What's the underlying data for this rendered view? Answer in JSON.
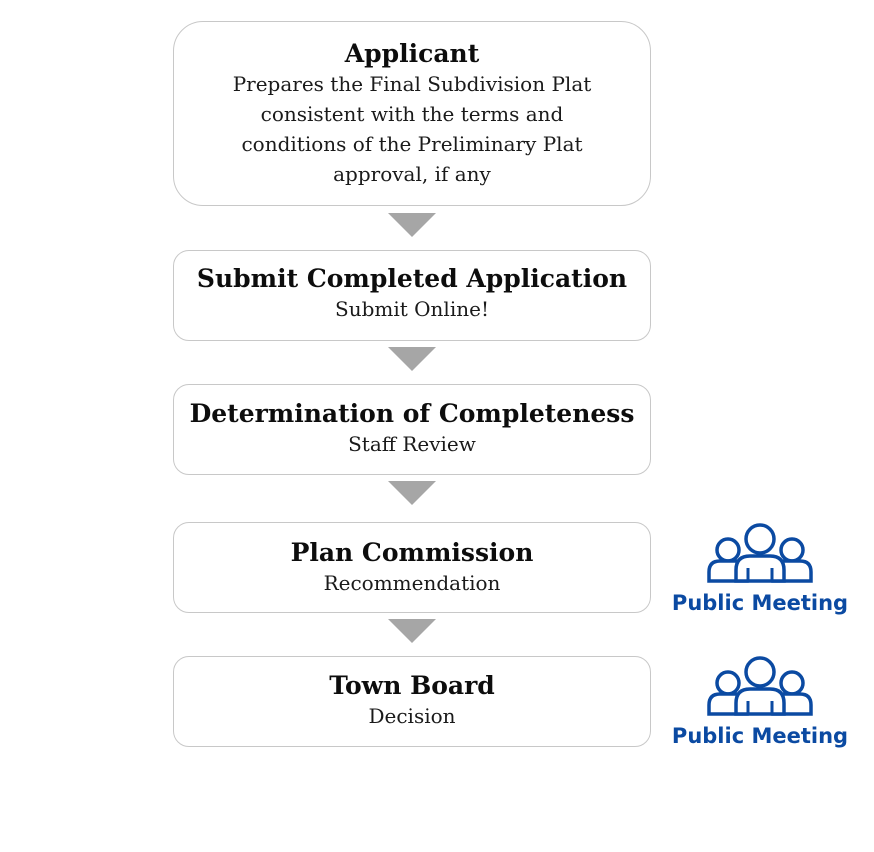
{
  "steps": [
    {
      "title": "Applicant",
      "description": "Prepares the Final Subdivision Plat consistent with the terms and conditions of the Preliminary Plat approval, if any"
    },
    {
      "title": "Submit Completed Application",
      "description": "Submit Online!"
    },
    {
      "title": "Determination of Completeness",
      "description": "Staff Review"
    },
    {
      "title": "Plan Commission",
      "description": "Recommendation",
      "badge": "Public Meeting"
    },
    {
      "title": "Town Board",
      "description": "Decision",
      "badge": "Public Meeting"
    }
  ],
  "colors": {
    "box_border": "#c8c8c8",
    "arrow": "#a6a6a6",
    "meeting_blue": "#0b4aa2"
  },
  "icons": {
    "meeting": "people-group-icon",
    "connector": "down-triangle-arrow-icon"
  }
}
